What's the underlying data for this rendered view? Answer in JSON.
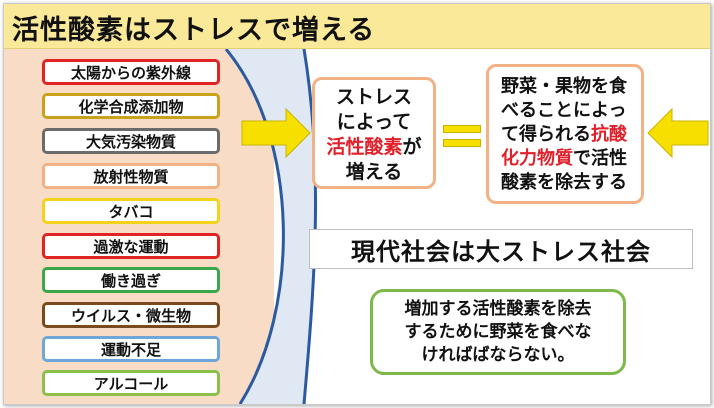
{
  "title": "活性酸素はストレスで増える",
  "factors": [
    {
      "label": "太陽からの紫外線",
      "color": "#e02424"
    },
    {
      "label": "化学合成添加物",
      "color": "#c9a21b"
    },
    {
      "label": "大気汚染物質",
      "color": "#6b6b6b"
    },
    {
      "label": "放射性物質",
      "color": "#f2b286"
    },
    {
      "label": "タバコ",
      "color": "#f3d21b"
    },
    {
      "label": "過激な運動",
      "color": "#e02424"
    },
    {
      "label": "働き過ぎ",
      "color": "#3aa84a"
    },
    {
      "label": "ウイルス・微生物",
      "color": "#7a4a1e"
    },
    {
      "label": "運動不足",
      "color": "#6fa6d8"
    },
    {
      "label": "アルコール",
      "color": "#8cc04a"
    }
  ],
  "stress_box": {
    "line1": "ストレス",
    "line2": "によって",
    "line3_highlight": "活性酸素",
    "line3_rest": "が",
    "line4": "増える"
  },
  "veg_box": {
    "line1": "野菜・果物を食",
    "line2": "べることによっ",
    "line3_plain": "て得られる",
    "line3_highlight": "抗酸",
    "line4_highlight": "化力物質",
    "line4_rest": "で活性",
    "line5": "酸素を除去する"
  },
  "modern_society": "現代社会は大ストレス社会",
  "conclusion": {
    "line1": "増加する活性酸素を除去",
    "line2": "するために野菜を食べな",
    "line3": "ければばならない。"
  },
  "colors": {
    "title_bg": "#fbe99a",
    "left_bg": "#f9dcc6",
    "river": "#dfe8f3",
    "river_edge": "#2c5aa0",
    "arrow": "#f7e000",
    "highlight_red": "#e0202a",
    "box_border_peach": "#f2b286",
    "box_border_green": "#7cb84a"
  }
}
